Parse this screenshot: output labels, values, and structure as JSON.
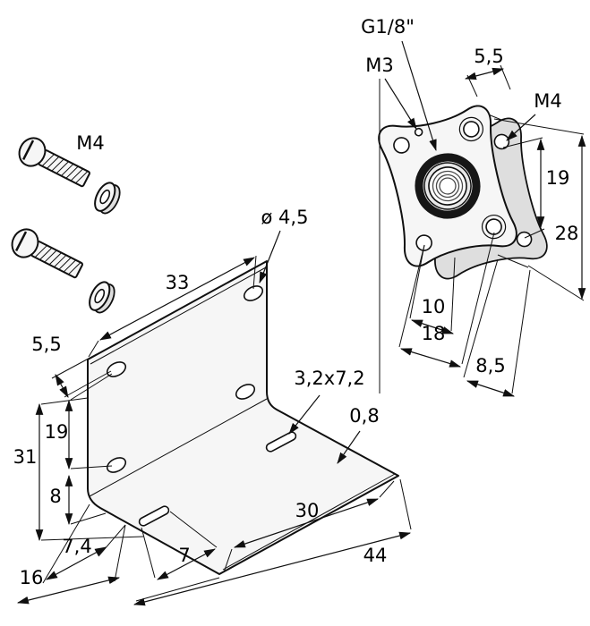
{
  "title": "L-bracket and mounting flange dimensional drawing",
  "fasteners": {
    "screw_thread": "M4"
  },
  "bracket": {
    "hole_diameter": "ø 4,5",
    "slot_size": "3,2x7,2",
    "sheet_thickness": "0,8",
    "dim_hole_span": "33",
    "dim_edge_offset": "5,5",
    "dim_hole_pitch": "19",
    "dim_height": "31",
    "dim_hole_to_base": "8",
    "dim_base_offset": "7,4",
    "dim_base_depth": "16",
    "dim_slot_offset": "7",
    "dim_slot_span": "30",
    "dim_width": "44"
  },
  "flange": {
    "port_thread": "G1/8\"",
    "side_thread": "M3",
    "mount_thread": "M4",
    "dim_hole_edge": "5,5",
    "dim_hole_pitch": "19",
    "dim_height": "28",
    "dim_depth_1": "10",
    "dim_depth_2": "18",
    "dim_thickness": "8,5"
  }
}
